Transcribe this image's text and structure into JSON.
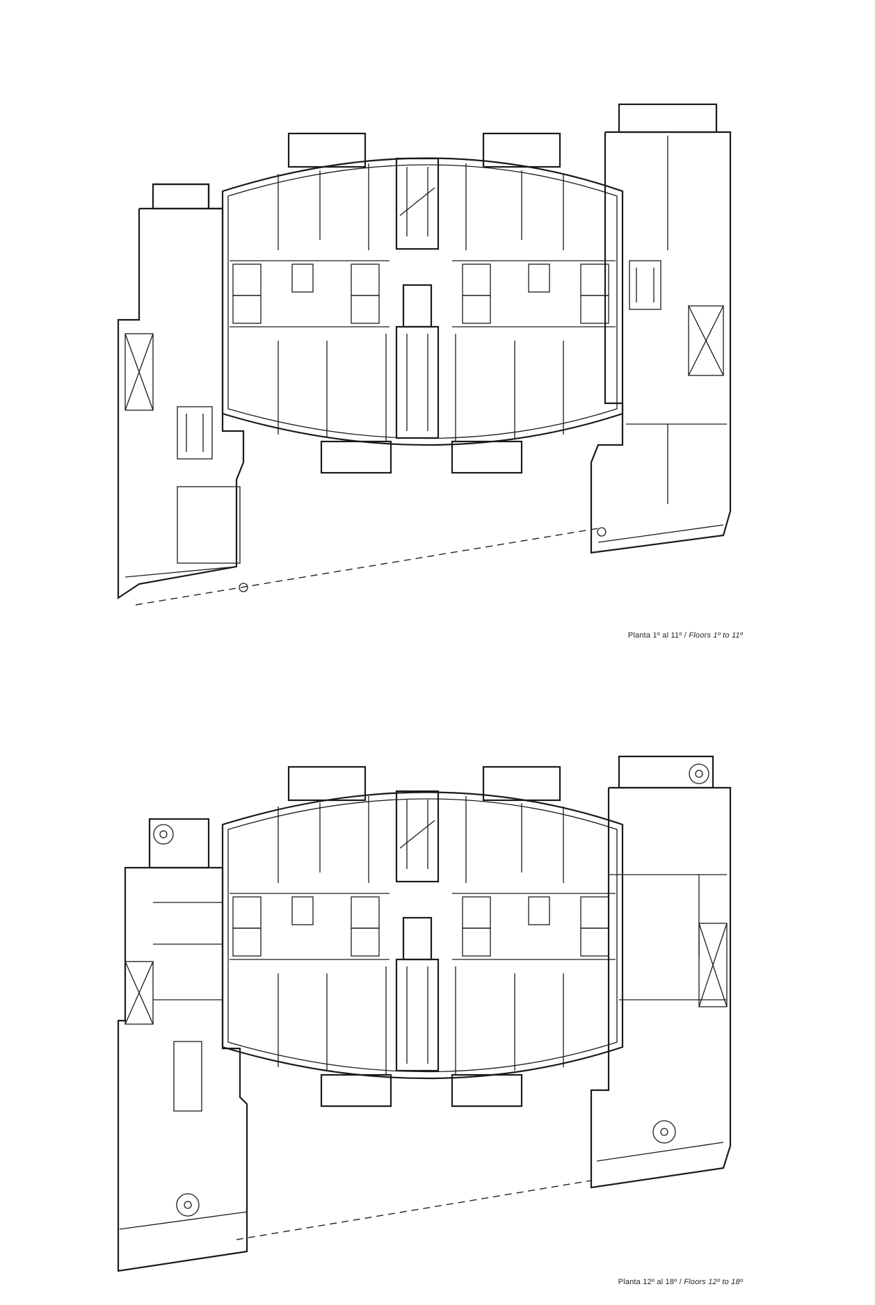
{
  "captions": {
    "upper": {
      "prefix": "Planta 1º al 11º / ",
      "italic": "Floors 1º to 11º"
    },
    "lower": {
      "prefix": "Planta 12º al 18º / ",
      "italic": "Floors 12º to 18º"
    }
  }
}
